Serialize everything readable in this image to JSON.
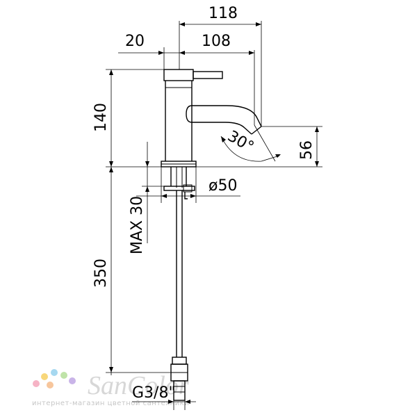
{
  "dimensions": {
    "width_total": "118",
    "offset_left": "20",
    "spout_reach": "108",
    "body_height": "140",
    "spout_height": "56",
    "spout_angle": "30°",
    "base_diameter": "ø50",
    "max_thickness": "MAX 30",
    "hose_length": "350",
    "thread": "G3/8\""
  },
  "watermark": {
    "logo": "SanColor",
    "subtitle": "интернет-магазин цветной сантехники",
    "dot_colors": [
      "#f6b3c5",
      "#f8d77a",
      "#a6d8f0",
      "#bfe3a8",
      "#c9b4e8",
      "#f7c69c"
    ]
  }
}
